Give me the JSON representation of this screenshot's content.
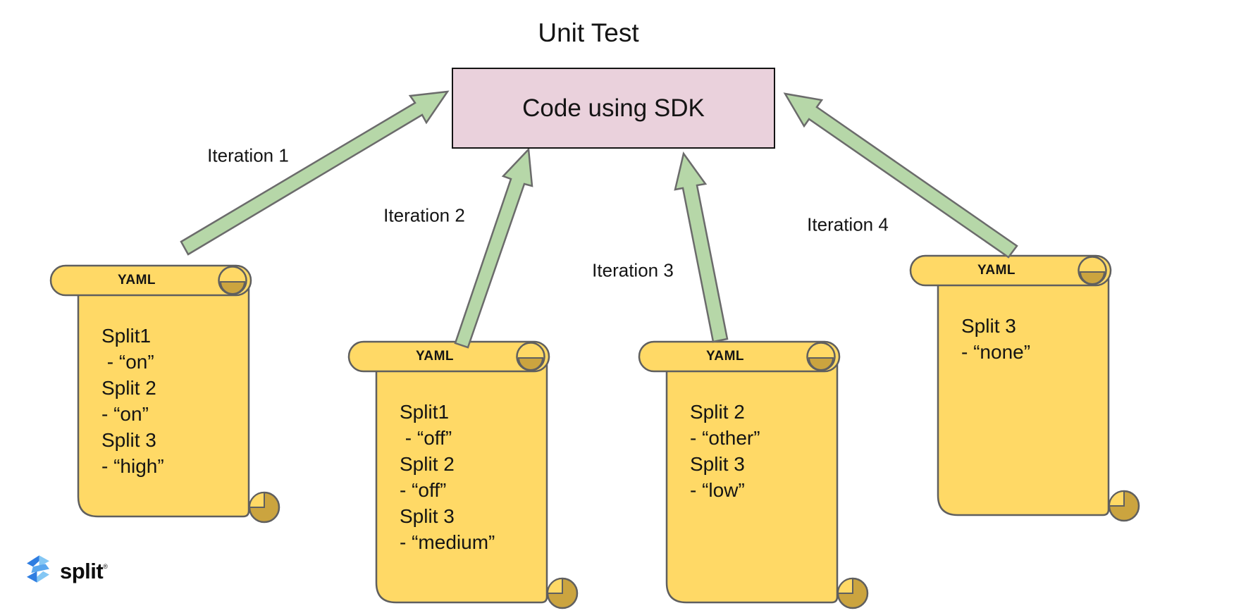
{
  "title": "Unit Test",
  "sdk_box": {
    "label": "Code using SDK"
  },
  "iterations": [
    {
      "label": "Iteration 1"
    },
    {
      "label": "Iteration 2"
    },
    {
      "label": "Iteration 3"
    },
    {
      "label": "Iteration 4"
    }
  ],
  "scrolls": [
    {
      "header": "YAML",
      "lines": [
        "Split1",
        " - “on”",
        "Split 2",
        "- “on”",
        "Split 3",
        "- “high”"
      ]
    },
    {
      "header": "YAML",
      "lines": [
        "Split1",
        " - “off”",
        "Split 2",
        "- “off”",
        "Split 3",
        "- “medium”"
      ]
    },
    {
      "header": "YAML",
      "lines": [
        "Split 2",
        "- “other”",
        "Split 3",
        "- “low”"
      ]
    },
    {
      "header": "YAML",
      "lines": [
        "Split 3",
        "- “none”"
      ]
    }
  ],
  "logo": {
    "text": "split",
    "mark": "®"
  },
  "colors": {
    "scroll_fill": "#FFD966",
    "scroll_curl": "#CBA43F",
    "scroll_stroke": "#5F5F5F",
    "arrow_fill": "#B6D7A8",
    "arrow_stroke": "#6B6B6B",
    "box_fill": "#EAD1DC",
    "box_border": "#141414",
    "logo_blue_dark": "#2E7DE1",
    "logo_blue_mid": "#5AA7EE",
    "logo_blue_light": "#84C7F4"
  }
}
